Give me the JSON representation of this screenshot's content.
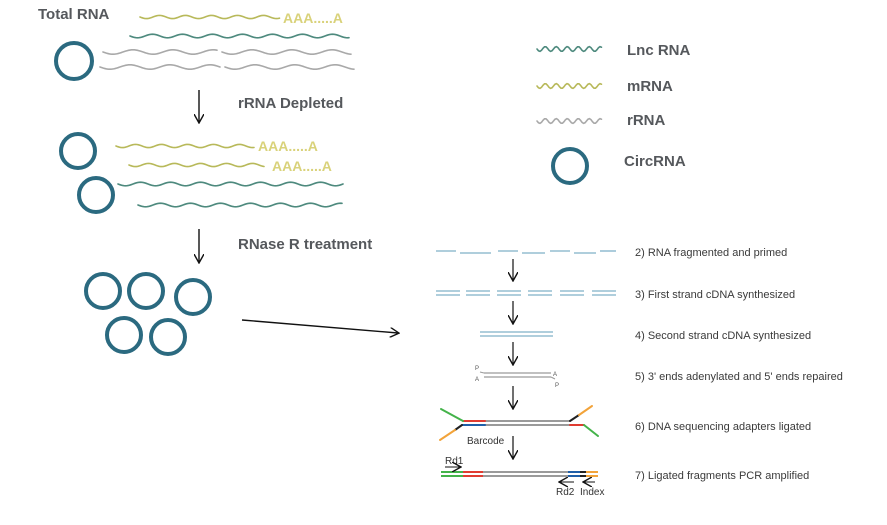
{
  "labels": {
    "total_rna": "Total RNA",
    "rrna_depleted": "rRNA Depleted",
    "rnase_r": "RNase R treatment",
    "polya_1": "AAA.....A",
    "polya_2": "AAA.....A",
    "polya_3": "AAA.....A"
  },
  "legend": {
    "lnc": "Lnc RNA",
    "mrna": "mRNA",
    "rrna": "rRNA",
    "circ": "CircRNA"
  },
  "steps": [
    "2) RNA fragmented and primed",
    "3) First strand cDNA synthesized",
    "4) Second strand cDNA synthesized",
    "5) 3' ends adenylated and 5' ends repaired",
    "6) DNA sequencing adapters ligated",
    "7) Ligated fragments PCR amplified"
  ],
  "annotations": {
    "p_top": "P",
    "a_left": "A",
    "a_right": "A",
    "p_bottom": "P",
    "barcode": "Barcode",
    "rd1": "Rd1",
    "rd2": "Rd2",
    "index": "Index"
  },
  "colors": {
    "lnc": "#4e8a7e",
    "mrna": "#b8b95a",
    "rrna": "#a9a9a9",
    "circ": "#2b6a80",
    "fragment": "#7fb1c8",
    "adapter_green": "#44b34a",
    "adapter_red": "#e03c31",
    "adapter_blue": "#1f5fa8",
    "adapter_orange": "#f2a33a"
  }
}
